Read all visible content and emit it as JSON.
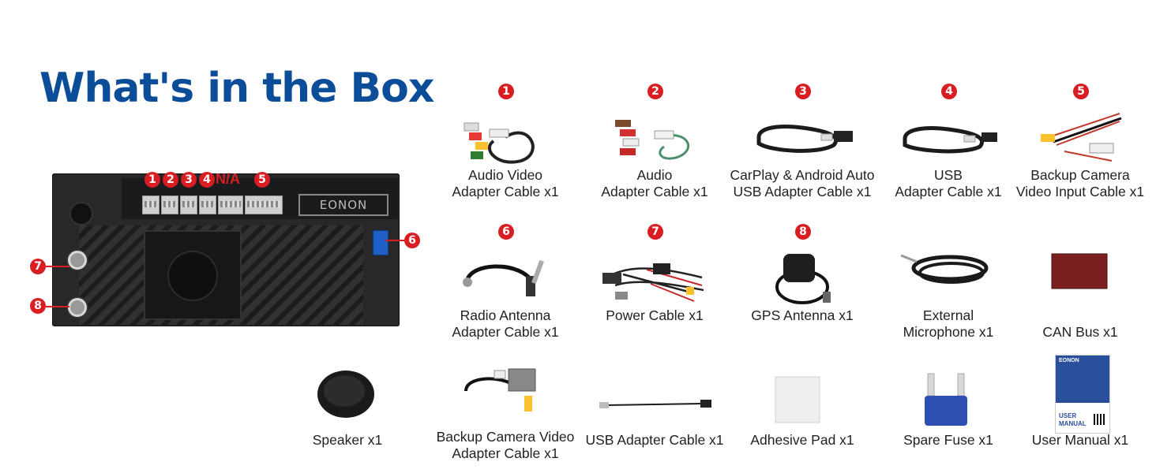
{
  "title": "What's in the Box",
  "head_unit": {
    "badges": [
      "1",
      "2",
      "3",
      "4",
      "5",
      "6",
      "7",
      "8"
    ],
    "na_label": "N/A",
    "logo_text": "EONON"
  },
  "items": [
    {
      "number": "1",
      "label": "Audio Video\nAdapter Cable x1",
      "icon": "rca-cable-icon"
    },
    {
      "number": "2",
      "label": "Audio\nAdapter Cable x1",
      "icon": "audio-cable-icon"
    },
    {
      "number": "3",
      "label": "CarPlay & Android Auto\nUSB Adapter Cable x1",
      "icon": "usb-cable-icon"
    },
    {
      "number": "4",
      "label": "USB\nAdapter Cable x1",
      "icon": "usb-cable-icon"
    },
    {
      "number": "5",
      "label": "Backup Camera\nVideo Input Cable x1",
      "icon": "camera-input-cable-icon"
    },
    {
      "number": "6",
      "label": "Radio Antenna\nAdapter Cable x1",
      "icon": "antenna-adapter-icon"
    },
    {
      "number": "7",
      "label": "Power Cable x1",
      "icon": "power-harness-icon"
    },
    {
      "number": "8",
      "label": "GPS Antenna x1",
      "icon": "gps-antenna-icon"
    },
    {
      "number": "",
      "label": "External\nMicrophone x1",
      "icon": "microphone-icon"
    },
    {
      "number": "",
      "label": "CAN Bus x1",
      "icon": "canbus-box-icon"
    },
    {
      "number": "",
      "label": "Speaker x1",
      "icon": "speaker-icon"
    },
    {
      "number": "",
      "label": "Backup Camera Video\nAdapter Cable x1",
      "icon": "camera-adapter-icon"
    },
    {
      "number": "",
      "label": "USB Adapter Cable x1",
      "icon": "usb-thin-cable-icon"
    },
    {
      "number": "",
      "label": "Adhesive Pad x1",
      "icon": "adhesive-pad-icon"
    },
    {
      "number": "",
      "label": "Spare Fuse x1",
      "icon": "fuse-icon"
    },
    {
      "number": "",
      "label": "User Manual x1",
      "icon": "user-manual-icon"
    }
  ],
  "manual_cover": {
    "brand": "EONON",
    "title_line1": "USER",
    "title_line2": "MANUAL"
  },
  "colors": {
    "title": "#0b4d98",
    "badge": "#d81e22"
  }
}
